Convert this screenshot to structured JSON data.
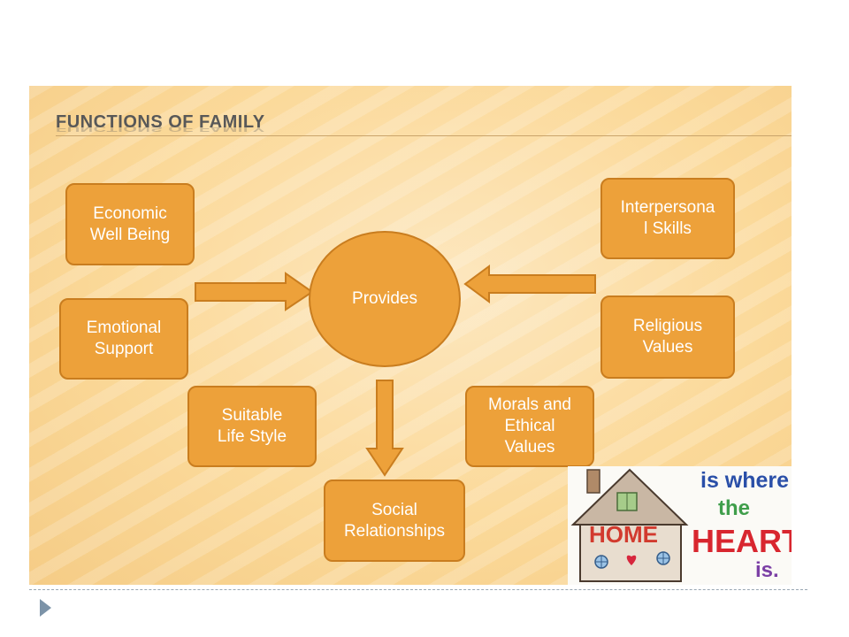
{
  "title": "FUNCTIONS OF FAMILY",
  "hub": "Provides",
  "boxes": {
    "economic": [
      "Economic",
      "Well Being"
    ],
    "emotional": [
      "Emotional",
      "Support"
    ],
    "lifestyle": [
      "Suitable",
      "Life Style"
    ],
    "social": [
      "Social",
      "Relationships"
    ],
    "morals": [
      "Morals and",
      "Ethical",
      "Values"
    ],
    "religious": [
      "Religious",
      "Values"
    ],
    "interpersonal": [
      "Interpersona",
      "l Skills"
    ]
  },
  "home_art": {
    "is_where": "is where",
    "the": "the",
    "home": "HOME",
    "heart": "HEART",
    "is": "is."
  },
  "colors": {
    "box_fill": "#eda13a",
    "box_border": "#c97d1f",
    "background": "#fbd999",
    "title": "#585858",
    "bullet": "#7c93a8"
  }
}
